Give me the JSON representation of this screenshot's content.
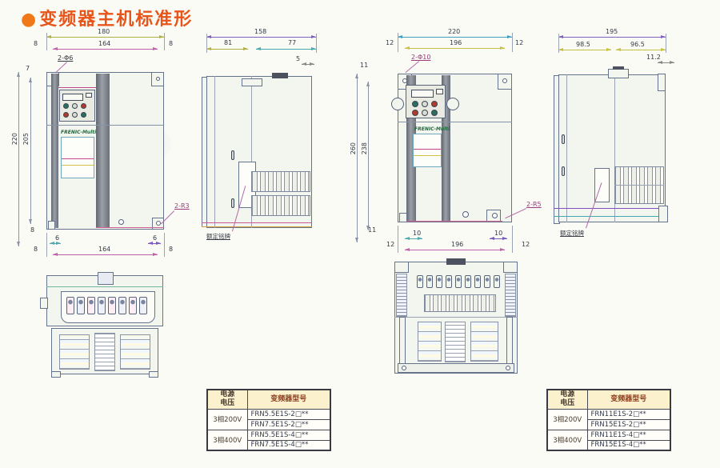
{
  "page": {
    "title_bullet": "●",
    "title": "变频器主机标准形"
  },
  "d1": {
    "w_total": "180",
    "w_l": "8",
    "w_in": "164",
    "w_r": "8",
    "holes": "2-Φ6",
    "off_top": "7",
    "h_total": "220",
    "h_in": "205",
    "off_bot": "8",
    "foot_l": "6",
    "foot_r": "6",
    "b_l": "8",
    "b_in": "164",
    "b_r": "8",
    "corner": "2-R3",
    "logo": "FRENIC-Multi"
  },
  "d2": {
    "d_total": "158",
    "d_f": "81",
    "d_b": "77",
    "tab": "5",
    "nameplate": "额定铭牌"
  },
  "d3": {
    "w_total": "220",
    "w_l": "12",
    "w_in": "196",
    "w_r": "12",
    "holes": "2-Φ10",
    "off_top": "11",
    "h_total": "260",
    "h_in": "238",
    "off_bot": "11",
    "foot_l": "10",
    "foot_r": "10",
    "b_l": "12",
    "b_in": "196",
    "b_r": "12",
    "corner": "2-R5",
    "logo": "FRENIC-Multi"
  },
  "d4": {
    "d_total": "195",
    "d_f": "98.5",
    "d_b": "96.5",
    "tab": "11.2",
    "nameplate": "额定铭牌"
  },
  "t1": {
    "h_v1": "电源",
    "h_v2": "电压",
    "h_m": "变频器型号",
    "g": [
      {
        "v": "3相200V",
        "m": [
          "FRN5.5E1S-2□**",
          "FRN7.5E1S-2□**"
        ]
      },
      {
        "v": "3相400V",
        "m": [
          "FRN5.5E1S-4□**",
          "FRN7.5E1S-4□**"
        ]
      }
    ]
  },
  "t2": {
    "h_v1": "电源",
    "h_v2": "电压",
    "h_m": "变频器型号",
    "g": [
      {
        "v": "3相200V",
        "m": [
          "FRN11E1S-2□**",
          "FRN15E1S-2□**"
        ]
      },
      {
        "v": "3相400V",
        "m": [
          "FRN11E1S-4□**",
          "FRN15E1S-4□**"
        ]
      }
    ]
  }
}
